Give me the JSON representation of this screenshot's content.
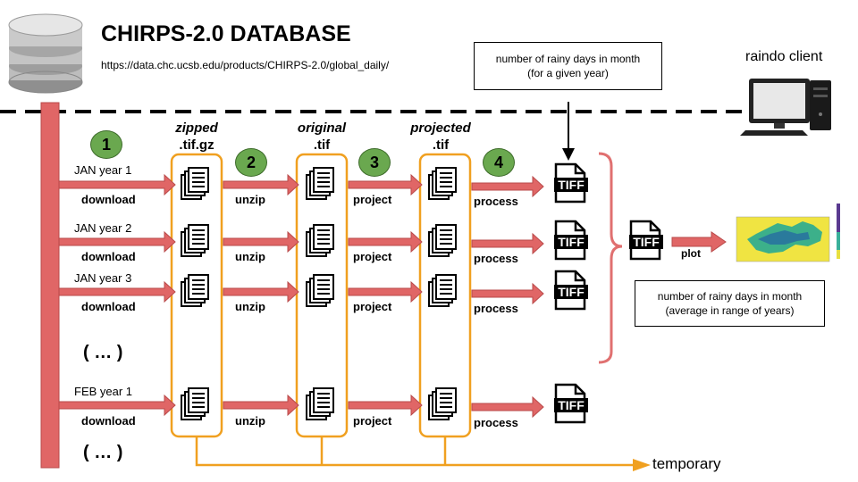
{
  "header": {
    "title": "CHIRPS-2.0 DATABASE",
    "url": "https://data.chc.ucsb.edu/products/CHIRPS-2.0/global_daily/"
  },
  "client": {
    "label": "raindo client"
  },
  "callout_top": {
    "line1": "number of rainy days in month",
    "line2": "(for a given year)"
  },
  "callout_result": {
    "line1": "number of rainy days in month",
    "line2": "(average in range of years)"
  },
  "columns": [
    {
      "line1": "zipped",
      "line2": ".tif.gz"
    },
    {
      "line1": "original",
      "line2": ".tif"
    },
    {
      "line1": "projected",
      "line2": ".tif"
    }
  ],
  "steps": [
    "1",
    "2",
    "3",
    "4"
  ],
  "actions": {
    "download": "download",
    "unzip": "unzip",
    "project": "project",
    "process": "process",
    "plot": "plot"
  },
  "rows": [
    {
      "label": "JAN year 1"
    },
    {
      "label": "JAN year 2"
    },
    {
      "label": "JAN year 3"
    },
    {
      "label": "FEB year 1"
    }
  ],
  "ellipsis": "( … )",
  "tiff_text": "TIFF",
  "temporary": "temporary",
  "colors": {
    "arrow_fill": "#e06666",
    "arrow_stroke": "#b94a4a",
    "orange": "#f0a020",
    "green": "#6aa84f",
    "brace": "#e07070"
  }
}
